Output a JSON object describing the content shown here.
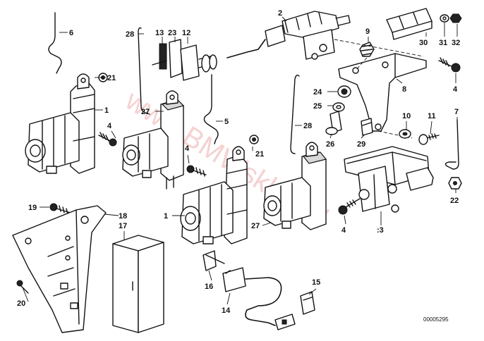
{
  "watermark": "www.BMWsklep.pl",
  "drawing_number": "00005295",
  "part_labels": [
    "1",
    "2",
    "3",
    "4",
    "5",
    "6",
    "7",
    "8",
    "9",
    "10",
    "11",
    "12",
    "13",
    "14",
    "15",
    "16",
    "17",
    "18",
    "19",
    "20",
    "21",
    "22",
    "23",
    "24",
    "25",
    "26",
    "27",
    "28",
    "29",
    "30",
    "31",
    "32"
  ],
  "callouts": [
    {
      "id": "1",
      "text": "1"
    },
    {
      "id": "1b",
      "text": "1"
    },
    {
      "id": "2",
      "text": "2"
    },
    {
      "id": "3",
      "text": ":3"
    },
    {
      "id": "4a",
      "text": "4"
    },
    {
      "id": "4b",
      "text": "4"
    },
    {
      "id": "4c",
      "text": "4"
    },
    {
      "id": "4d",
      "text": "4"
    },
    {
      "id": "5",
      "text": "5"
    },
    {
      "id": "6",
      "text": "6"
    },
    {
      "id": "7",
      "text": "7"
    },
    {
      "id": "8",
      "text": "8"
    },
    {
      "id": "9",
      "text": "9"
    },
    {
      "id": "10",
      "text": "10"
    },
    {
      "id": "11",
      "text": "11"
    },
    {
      "id": "12",
      "text": "12"
    },
    {
      "id": "13",
      "text": "13"
    },
    {
      "id": "14",
      "text": "14"
    },
    {
      "id": "15",
      "text": "15"
    },
    {
      "id": "16",
      "text": "16"
    },
    {
      "id": "17",
      "text": "17"
    },
    {
      "id": "18",
      "text": "18"
    },
    {
      "id": "19",
      "text": "19"
    },
    {
      "id": "20",
      "text": "20"
    },
    {
      "id": "21a",
      "text": "21"
    },
    {
      "id": "21b",
      "text": "21"
    },
    {
      "id": "22",
      "text": "22"
    },
    {
      "id": "23",
      "text": "23"
    },
    {
      "id": "24",
      "text": "24"
    },
    {
      "id": "25",
      "text": "25"
    },
    {
      "id": "26",
      "text": "26"
    },
    {
      "id": "27a",
      "text": "27"
    },
    {
      "id": "27b",
      "text": "27"
    },
    {
      "id": "28a",
      "text": "28"
    },
    {
      "id": "28b",
      "text": "28"
    },
    {
      "id": "29",
      "text": "29"
    },
    {
      "id": "30",
      "text": "30"
    },
    {
      "id": "31",
      "text": "31"
    },
    {
      "id": "32",
      "text": "32"
    }
  ]
}
